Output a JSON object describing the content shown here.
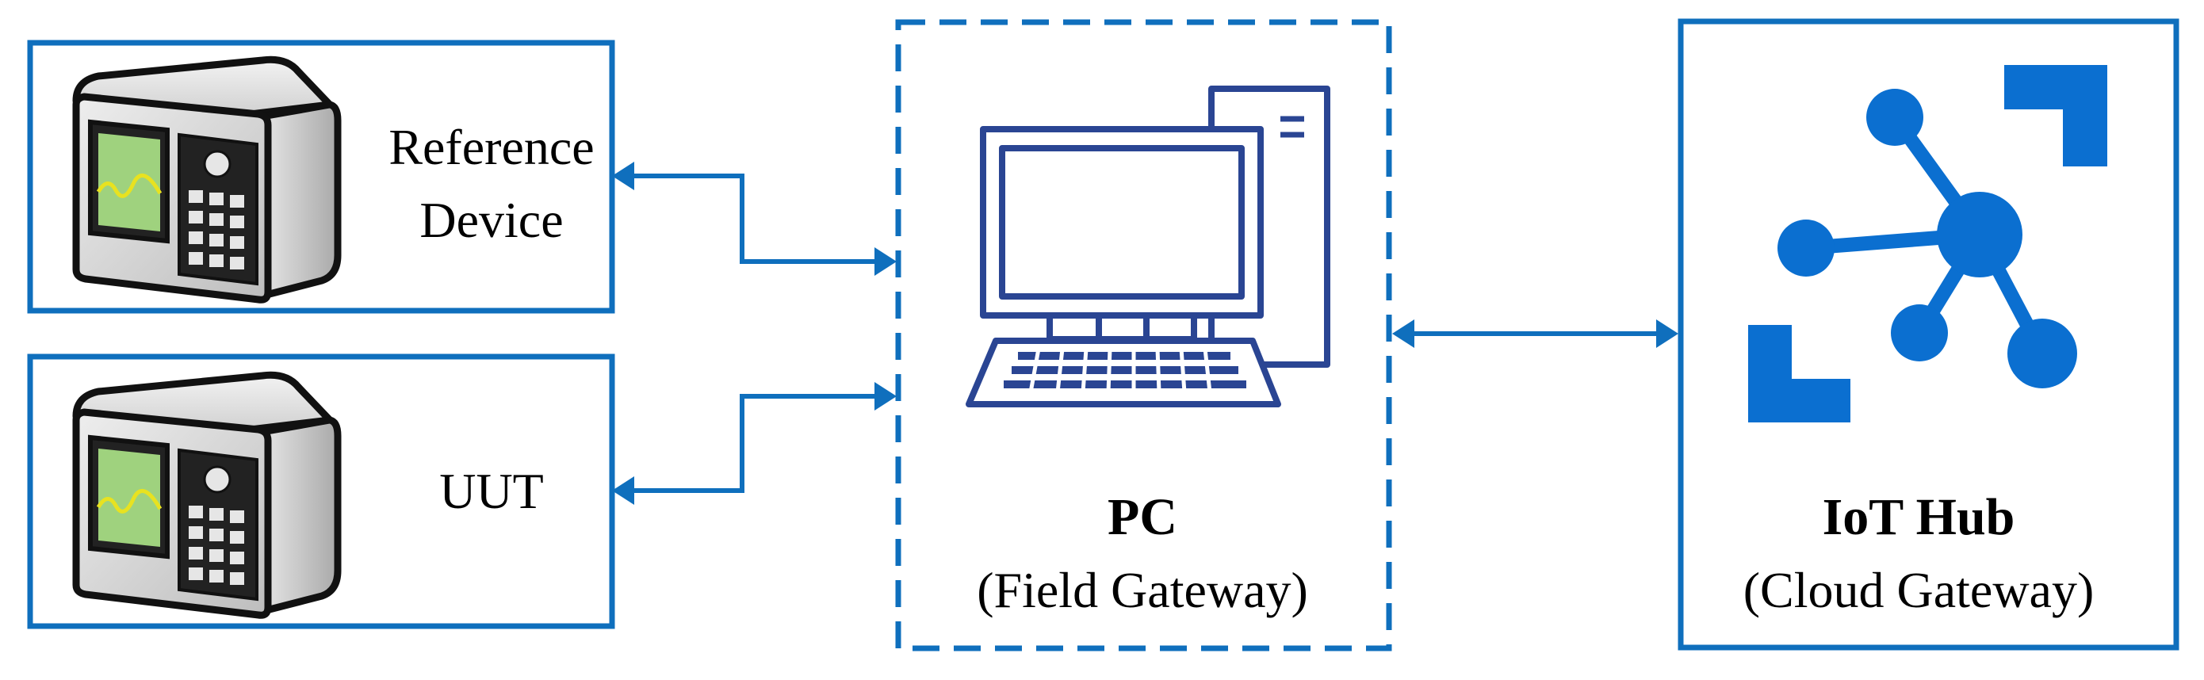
{
  "colors": {
    "accent": "#0f6fbd",
    "pc_line": "#2a4593",
    "hub_icon": "#0b6fd0",
    "device_body": "#d8d8d8",
    "device_screen": "#9fd27e"
  },
  "nodes": {
    "reference_device": {
      "line1": "Reference",
      "line2": "Device",
      "icon": "test-instrument-icon"
    },
    "uut": {
      "label": "UUT",
      "icon": "test-instrument-icon"
    },
    "pc": {
      "title": "PC",
      "subtitle": "(Field Gateway)",
      "icon": "desktop-computer-icon"
    },
    "iot_hub": {
      "title": "IoT Hub",
      "subtitle": "(Cloud Gateway)",
      "icon": "iot-hub-icon"
    }
  }
}
